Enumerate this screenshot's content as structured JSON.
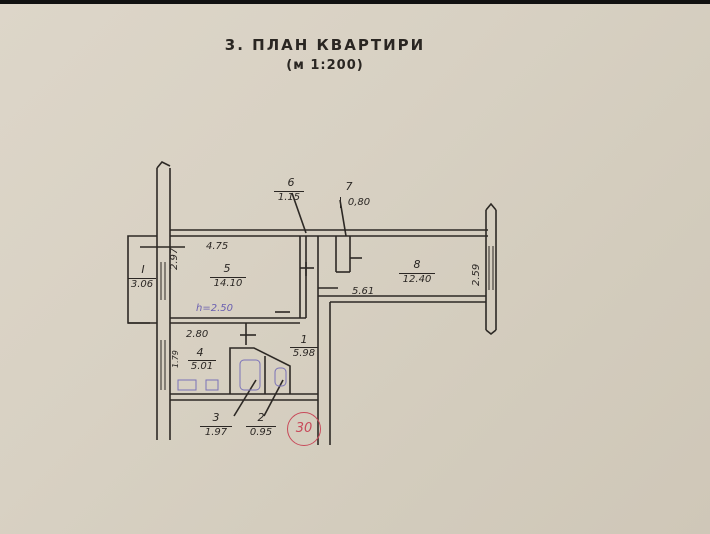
{
  "header": {
    "title": "3. ПЛАН КВАРТИРИ",
    "scale": "(м 1:200)"
  },
  "rooms": [
    {
      "number": "1",
      "area": "5.98"
    },
    {
      "number": "2",
      "area": "0.95"
    },
    {
      "number": "3",
      "area": "1.97"
    },
    {
      "number": "4",
      "area": "5.01"
    },
    {
      "number": "5",
      "area": "14.10"
    },
    {
      "number": "6",
      "area": "1.15"
    },
    {
      "number": "7",
      "area": "0,80"
    },
    {
      "number": "8",
      "area": "12.40"
    },
    {
      "number": "I",
      "area": "3.06"
    }
  ],
  "dimensions": {
    "room5_width": "4.75",
    "room5_depth": "2.97",
    "room4_width": "2.80",
    "room8_width": "5.61",
    "room8_depth": "2.59",
    "room4_depth": "1.79"
  },
  "annotations": {
    "ceiling_height": "h=2.50",
    "stamp": "30"
  },
  "colors": {
    "paper": "#d8d1c3",
    "ink": "#2b2724",
    "stamp": "#c84a5a",
    "pencil_blue": "#6a5fb0"
  }
}
